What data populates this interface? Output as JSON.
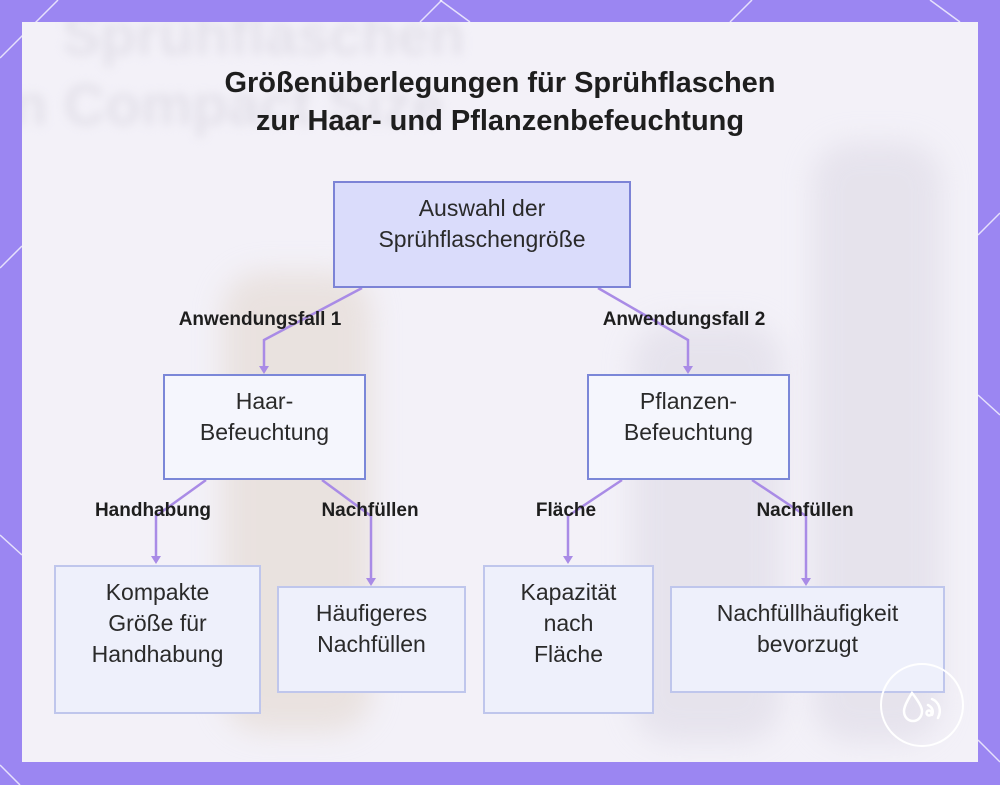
{
  "title": {
    "line1": "Größenüberlegungen für Sprühflaschen",
    "line2": "zur Haar- und Pflanzenbefeuchtung"
  },
  "background_text": {
    "line1": "Sprühflaschen",
    "line2": "n Compact Size"
  },
  "nodes": {
    "root": {
      "line1": "Auswahl der",
      "line2": "Sprühflaschengröße"
    },
    "hair": {
      "line1": "Haar-",
      "line2": "Befeuchtung"
    },
    "plant": {
      "line1": "Pflanzen-",
      "line2": "Befeuchtung"
    },
    "compact": {
      "line1": "Kompakte",
      "line2": "Größe für",
      "line3": "Handhabung"
    },
    "refill_frequent": {
      "line1": "Häufigeres",
      "line2": "Nachfüllen"
    },
    "capacity": {
      "line1": "Kapazität",
      "line2": "nach",
      "line3": "Fläche"
    },
    "refill_preferred": {
      "line1": "Nachfüllhäufigkeit",
      "line2": "bevorzugt"
    }
  },
  "edges": {
    "use_case_1": "Anwendungsfall 1",
    "use_case_2": "Anwendungsfall 2",
    "handling": "Handhabung",
    "refill_hair": "Nachfüllen",
    "area": "Fläche",
    "refill_plant": "Nachfüllen"
  },
  "colors": {
    "frame": "#9b86f2",
    "panel": "#f3f1f8",
    "connector": "#a98be6",
    "root_fill": "#dadcfb",
    "node_border": "#7b87d8"
  },
  "icons": {
    "logo": "water-drop-logo-icon"
  }
}
